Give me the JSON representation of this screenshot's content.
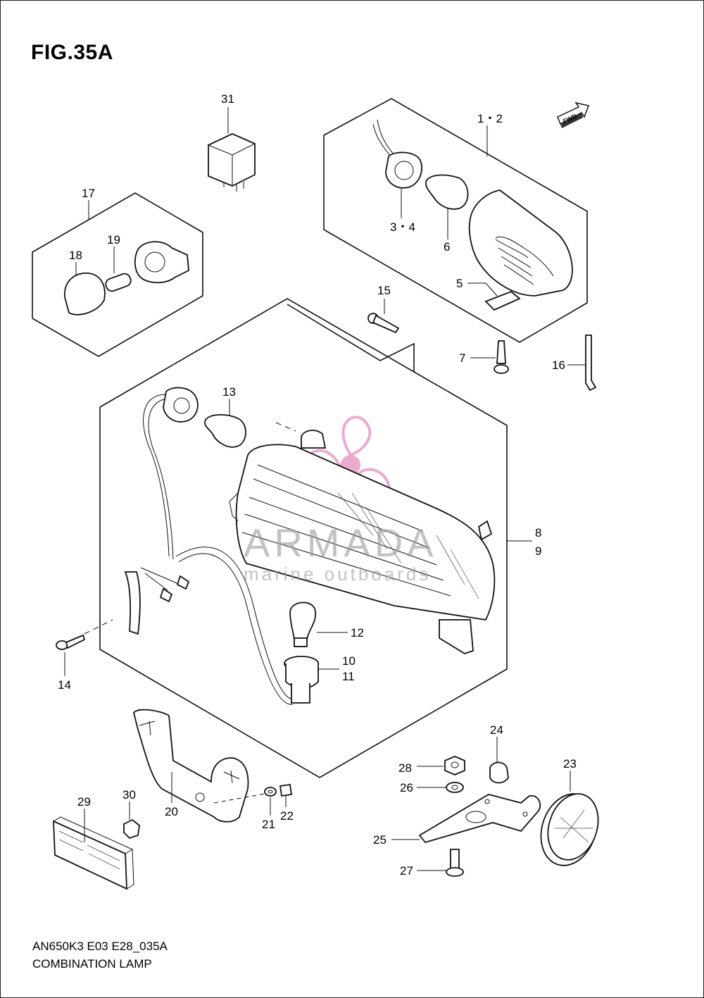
{
  "figure": {
    "title": "FIG.35A",
    "code": "AN650K3 E03 E28_035A",
    "name": "COMBINATION LAMP"
  },
  "direction_marker": "FWD",
  "watermark": {
    "brand": "ARMADA",
    "tagline": "marine outboards",
    "logo_color": "#e38fc0"
  },
  "callouts": {
    "c31": "31",
    "c1_2": "1・2",
    "c17": "17",
    "c19": "19",
    "c18": "18",
    "c3_4": "3・4",
    "c6": "6",
    "c5": "5",
    "c15": "15",
    "c7": "7",
    "c16": "16",
    "c13": "13",
    "c8": "8",
    "c9": "9",
    "c12": "12",
    "c14": "14",
    "c10": "10",
    "c11": "11",
    "c24": "24",
    "c23": "23",
    "c28": "28",
    "c26": "26",
    "c29": "29",
    "c30": "30",
    "c20": "20",
    "c21": "21",
    "c22": "22",
    "c25": "25",
    "c27": "27"
  }
}
